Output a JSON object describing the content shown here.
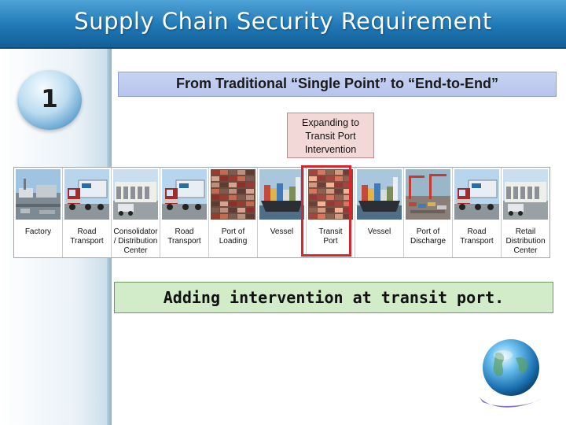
{
  "title": "Supply Chain Security Requirement",
  "step_number": "1",
  "subtitle": "From Traditional “Single Point” to “End-to-End”",
  "callout": "Expanding to\nTransit Port\nIntervention",
  "chain": [
    {
      "label": "Factory",
      "icon": "factory-photo-icon"
    },
    {
      "label": "Road\nTransport",
      "icon": "truck-photo-icon"
    },
    {
      "label": "Consolidator\n/ Distribution\nCenter",
      "icon": "warehouse-photo-icon"
    },
    {
      "label": "Road\nTransport",
      "icon": "truck-photo-icon"
    },
    {
      "label": "Port of\nLoading",
      "icon": "container-yard-photo-icon"
    },
    {
      "label": "Vessel",
      "icon": "ship-photo-icon"
    },
    {
      "label": "Transit\nPort",
      "icon": "container-yard-photo-icon",
      "highlighted": true
    },
    {
      "label": "Vessel",
      "icon": "ship-photo-icon"
    },
    {
      "label": "Port of\nDischarge",
      "icon": "port-cranes-photo-icon"
    },
    {
      "label": "Road\nTransport",
      "icon": "truck-photo-icon"
    },
    {
      "label": "Retail\nDistribution\nCenter",
      "icon": "warehouse-photo-icon"
    }
  ],
  "result": "Adding intervention at transit port.",
  "colors": {
    "title_bar": "#1f78b6",
    "subtitle_bg": "#b6c4ec",
    "callout_bg": "#f3d8d8",
    "highlight": "#d9262c",
    "result_bg": "#d2ebc8"
  }
}
